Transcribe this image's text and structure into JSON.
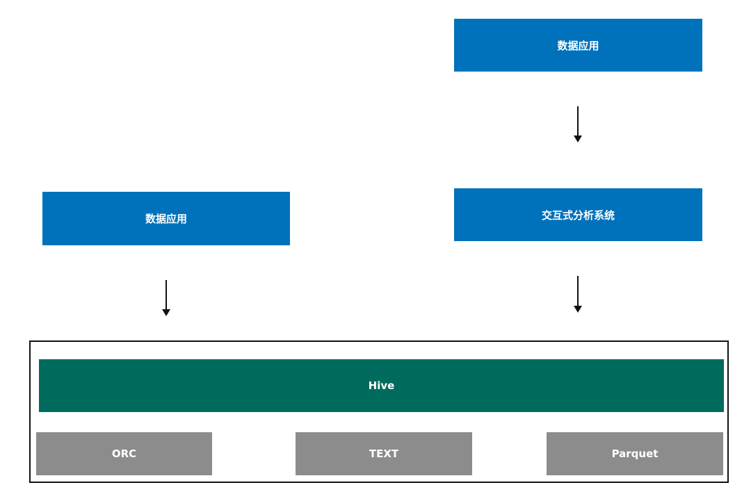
{
  "diagram": {
    "right_stack": {
      "top_app": "数据应用",
      "analysis_system": "交互式分析系统"
    },
    "left_stack": {
      "app": "数据应用"
    },
    "storage": {
      "engine": "Hive",
      "formats": [
        "ORC",
        "TEXT",
        "Parquet"
      ]
    }
  },
  "colors": {
    "app_box": "#0071BB",
    "engine_box": "#006B5D",
    "format_box": "#8C8C8C",
    "text": "#FFFFFF",
    "arrow": "#111111"
  }
}
